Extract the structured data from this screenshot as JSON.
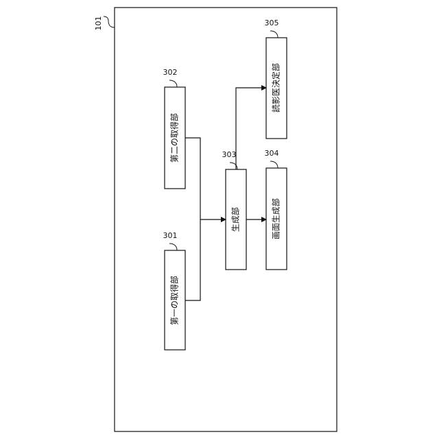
{
  "figure": {
    "frame_ref": "101"
  },
  "blocks": {
    "first_acquisition": {
      "ref": "301",
      "label": "第一の取得部"
    },
    "second_acquisition": {
      "ref": "302",
      "label": "第二の取得部"
    },
    "generation": {
      "ref": "303",
      "label": "生成部"
    },
    "screen_generation": {
      "ref": "304",
      "label": "画面生成部"
    },
    "reader_determination": {
      "ref": "305",
      "label": "読影医決定部"
    }
  },
  "connections": [
    {
      "from": "301",
      "to": "303"
    },
    {
      "from": "302",
      "to": "303"
    },
    {
      "from": "303",
      "to": "304"
    },
    {
      "from": "303",
      "to": "305"
    }
  ]
}
